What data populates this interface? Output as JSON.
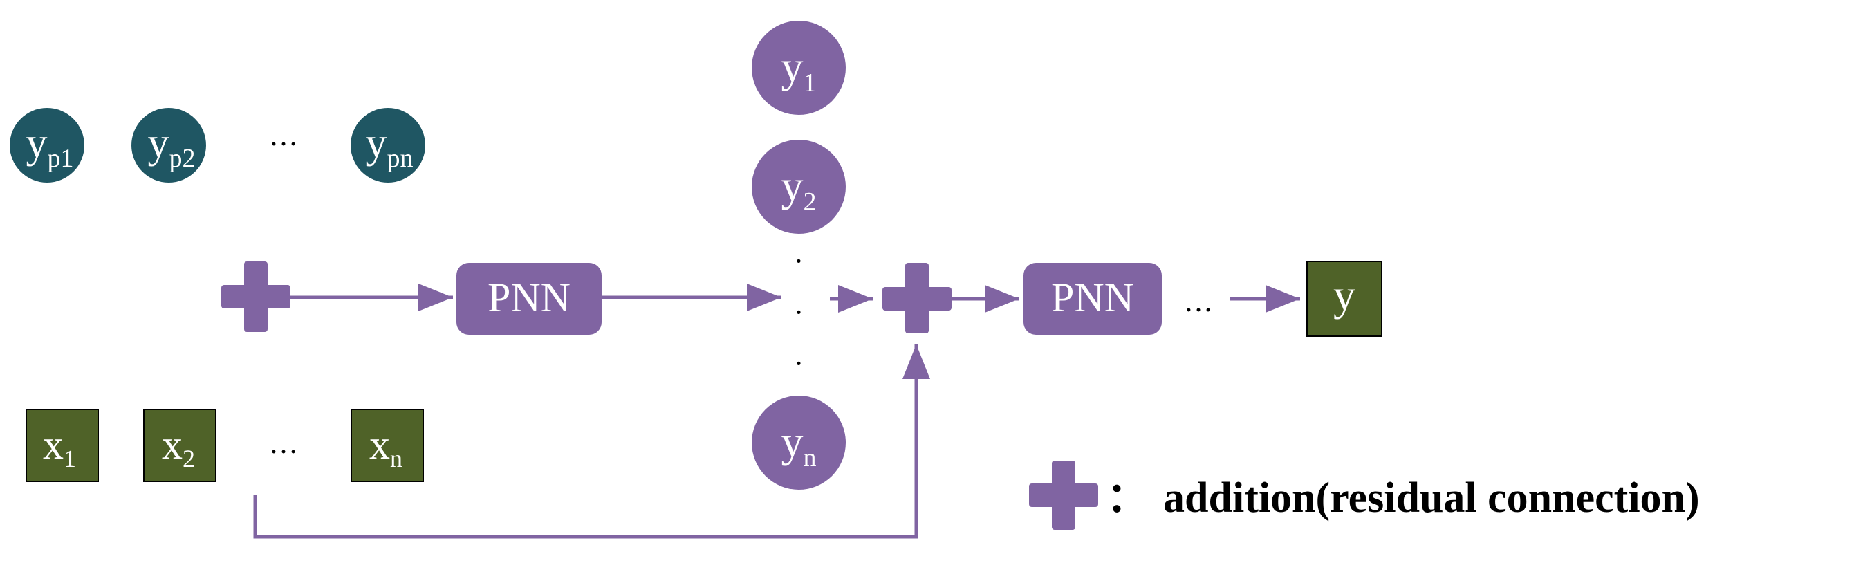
{
  "colors": {
    "teal": "#1f5663",
    "purple": "#8064a2",
    "olive": "#4f6228",
    "black": "#000000",
    "white": "#ffffff"
  },
  "predictions": [
    {
      "base": "y",
      "sub": "p1"
    },
    {
      "base": "y",
      "sub": "p2"
    },
    {
      "base": "y",
      "sub": "pn"
    }
  ],
  "inputs": [
    {
      "base": "x",
      "sub": "1"
    },
    {
      "base": "x",
      "sub": "2"
    },
    {
      "base": "x",
      "sub": "n"
    }
  ],
  "outputs": [
    {
      "base": "y",
      "sub": "1"
    },
    {
      "base": "y",
      "sub": "2"
    },
    {
      "base": "y",
      "sub": "n"
    }
  ],
  "ellipsis": "…",
  "vertical_dot": "·",
  "pnn_label": "PNN",
  "final_output": "y",
  "legend": {
    "separator": "：",
    "text": "addition(residual connection)"
  },
  "icons": {
    "plus": "plus-icon"
  }
}
